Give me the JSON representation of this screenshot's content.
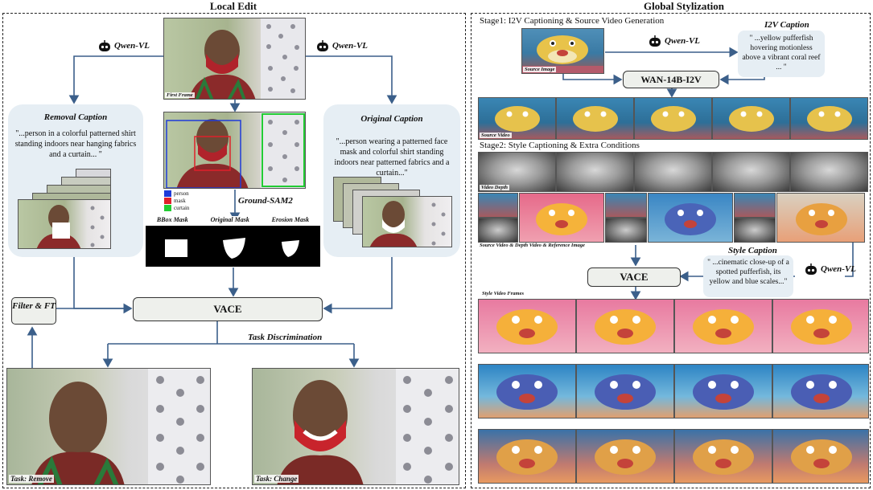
{
  "left_panel": {
    "title": "Local Edit",
    "qwen_left": "Qwen-VL",
    "qwen_right": "Qwen-VL",
    "first_frame_label": "First Frame",
    "removal_caption_title": "Removal Caption",
    "removal_caption_text": "\"...person in a colorful patterned shirt standing indoors near hanging fabrics and a curtain... \"",
    "original_caption_title": "Original Caption",
    "original_caption_text": "\"...person wearing a patterned face mask and colorful shirt standing indoors near patterned fabrics and a curtain...\"",
    "legend": [
      {
        "label": "person",
        "color": "#1f3bd9"
      },
      {
        "label": "mask",
        "color": "#e0202a"
      },
      {
        "label": "curtain",
        "color": "#22cc33"
      }
    ],
    "ground_sam": "Ground-SAM2",
    "mask_labels": [
      "BBox Mask",
      "Original Mask",
      "Erosion Mask"
    ],
    "filter_ft": "Filter & FT",
    "vace": "VACE",
    "task_discrimination": "Task Discrimination",
    "task_remove": "Task: Remove",
    "task_change": "Task: Change"
  },
  "right_panel": {
    "title": "Global Stylization",
    "stage1": "Stage1: I2V Captioning & Source Video Generation",
    "source_image_label": "Source Image",
    "qwen_top": "Qwen-VL",
    "i2v_caption_title": "I2V Caption",
    "i2v_caption_text": "\" ...yellow pufferfish hovering motionless above a vibrant coral reef ... \"",
    "wan_model": "WAN-14B-I2V",
    "source_video_label": "Source Video",
    "stage2": "Stage2: Style Captioning & Extra Conditions",
    "video_depth_label": "Video Depth",
    "combo_label": "Source Video & Depth Video & Reference Image",
    "style_caption_title": "Style Caption",
    "style_caption_text": "\" ...cinematic close-up of a spotted pufferfish, its yellow and blue scales...\"",
    "qwen_bottom": "Qwen-VL",
    "vace": "VACE",
    "style_frames_label": "Style Video Frames"
  },
  "colors": {
    "arrow": "#3b5f8a",
    "caption_bg": "#e6eef4",
    "box_bg": "#eef0ec"
  }
}
